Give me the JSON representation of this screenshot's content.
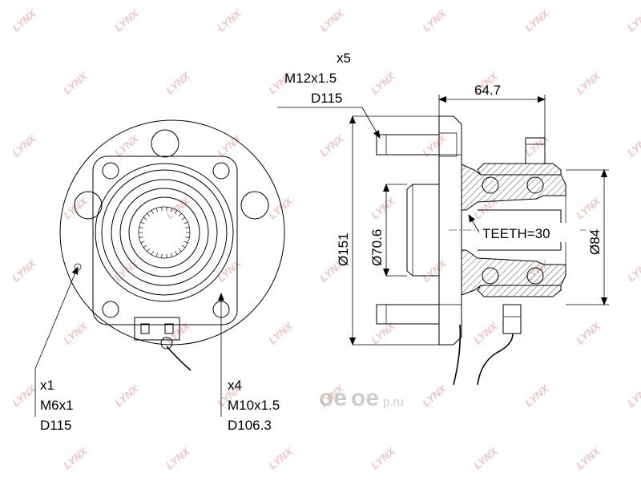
{
  "front_view": {
    "sensor_bolt": {
      "qty": "x1",
      "thread": "M6x1",
      "circle": "D115"
    },
    "mount_bolts": {
      "qty": "x4",
      "thread": "M10x1.5",
      "circle": "D106.3"
    }
  },
  "side_view": {
    "wheel_studs": {
      "qty": "x5",
      "thread": "M12x1.5",
      "circle": "D115"
    },
    "width": "64.7",
    "flange_diameter": "Ø151",
    "pilot_diameter": "Ø70.6",
    "bearing_diameter": "Ø84",
    "teeth": "TEETH=30"
  },
  "watermark": {
    "text": "LYNX",
    "brand": "oe",
    "brand_suffix": "p.ru"
  }
}
